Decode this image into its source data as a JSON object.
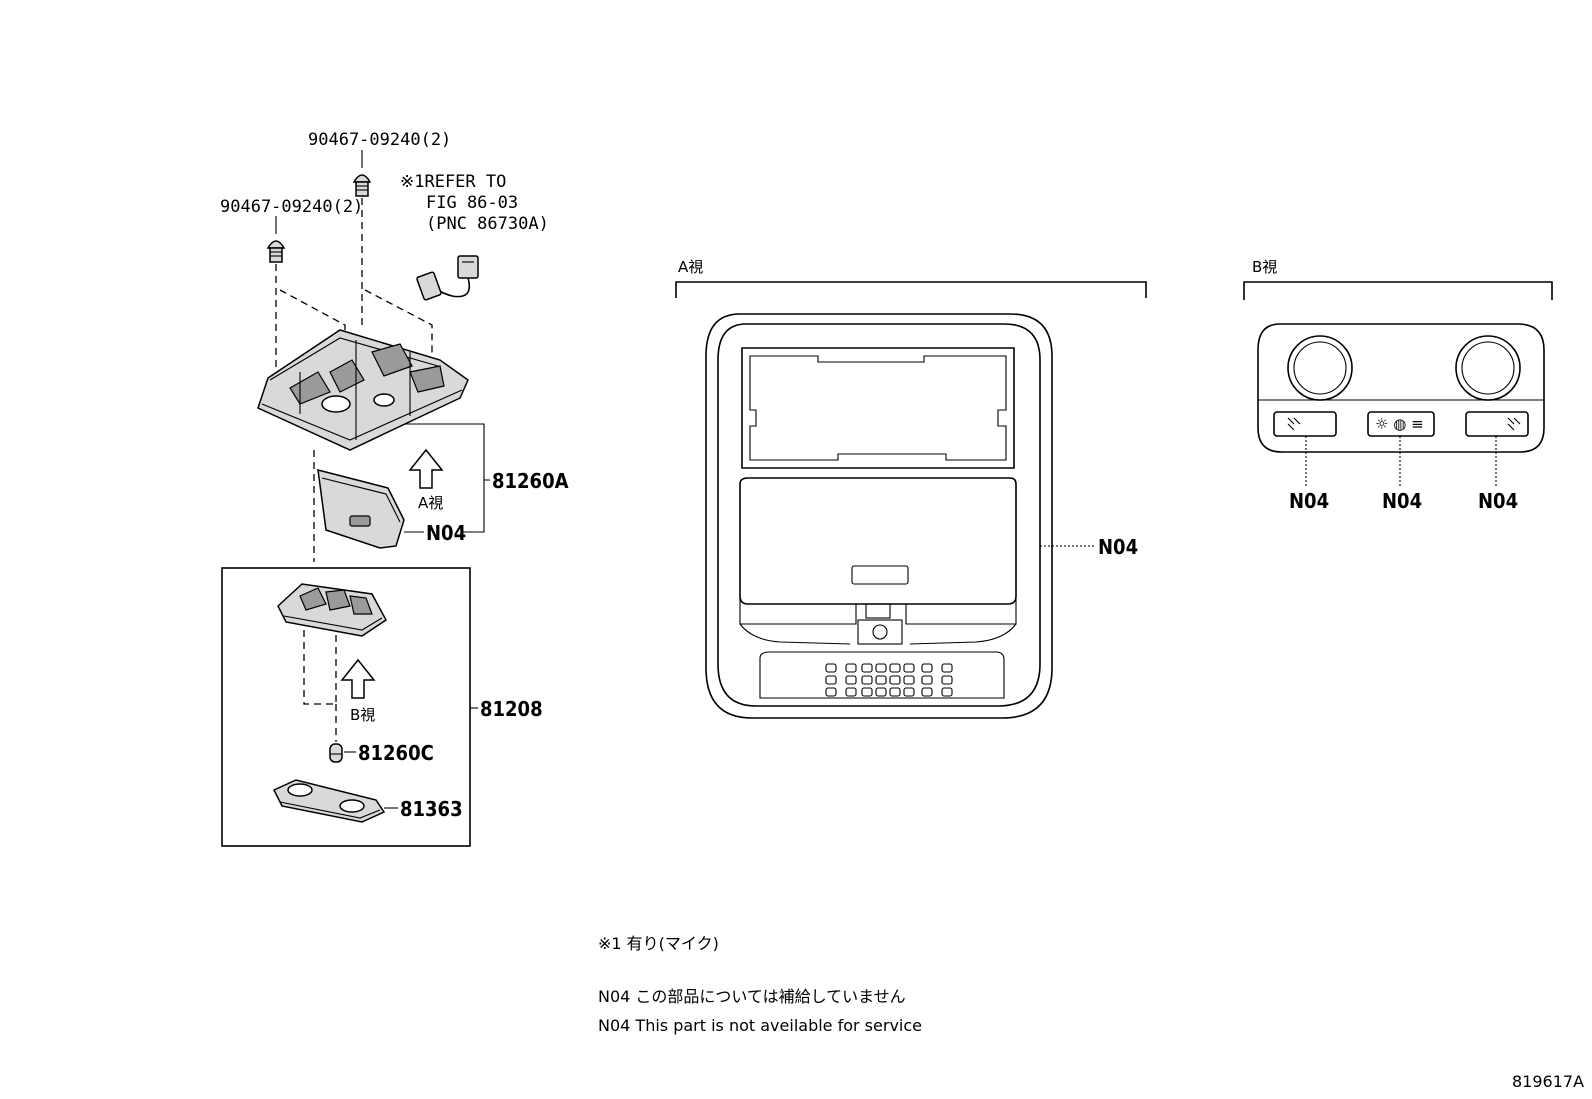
{
  "labels": {
    "screw_top": "90467-09240(2)",
    "screw_left": "90467-09240(2)",
    "refer_line1": "※1REFER TO",
    "refer_line2": "FIG 86-03",
    "refer_line3": "(PNC 86730A)",
    "part_81260A": "81260A",
    "part_81208": "81208",
    "part_81260C": "81260C",
    "part_81363": "81363",
    "n04": "N04",
    "view_a_arrow": "A視",
    "view_b_arrow": "B視",
    "view_a_title": "A視",
    "view_b_title": "B視"
  },
  "notes": {
    "note1": "※1 有り(マイク)",
    "note2": "N04 この部品については補給していません",
    "note3": "N04 This part is not aveilable for service"
  },
  "figure_id": "819617A"
}
